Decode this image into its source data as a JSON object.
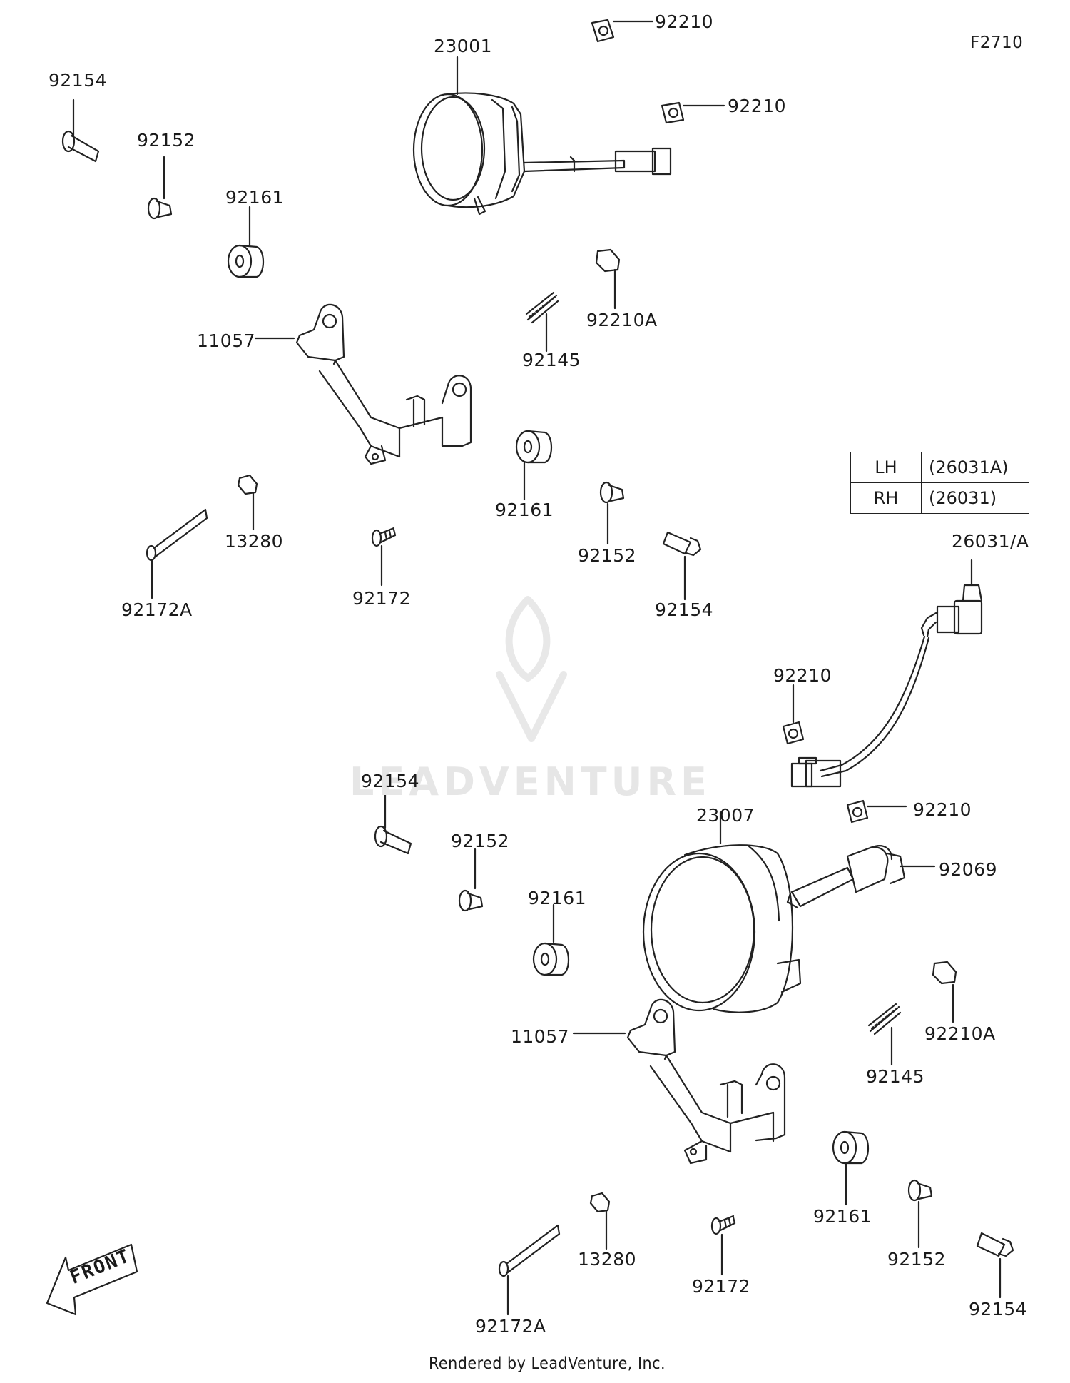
{
  "figure_code": "F2710",
  "footer": "Rendered by LeadVenture, Inc.",
  "watermark": "LEADVENTURE",
  "front_label": "FRONT",
  "side_table": [
    {
      "side": "LH",
      "code": "(26031A)"
    },
    {
      "side": "RH",
      "code": "(26031)"
    }
  ],
  "callouts": {
    "c23001": "23001",
    "c92210_a": "92210",
    "c92210_b": "92210",
    "c92154_a": "92154",
    "c92152_a": "92152",
    "c92161_a": "92161",
    "c92210A_a": "92210A",
    "c92145_a": "92145",
    "c11057_a": "11057",
    "c92161_b": "92161",
    "c92152_b": "92152",
    "c13280_a": "13280",
    "c92154_b": "92154",
    "c92172_a": "92172",
    "c92172A_a": "92172A",
    "c26031A": "26031/A",
    "c92210_c": "92210",
    "c92154_c": "92154",
    "c92152_c": "92152",
    "c23007": "23007",
    "c92210_d": "92210",
    "c92069": "92069",
    "c92161_c": "92161",
    "c92210A_b": "92210A",
    "c11057_b": "11057",
    "c92145_b": "92145",
    "c92161_d": "92161",
    "c92152_d": "92152",
    "c13280_b": "13280",
    "c92172_b": "92172",
    "c92154_d": "92154",
    "c92172A_b": "92172A"
  }
}
